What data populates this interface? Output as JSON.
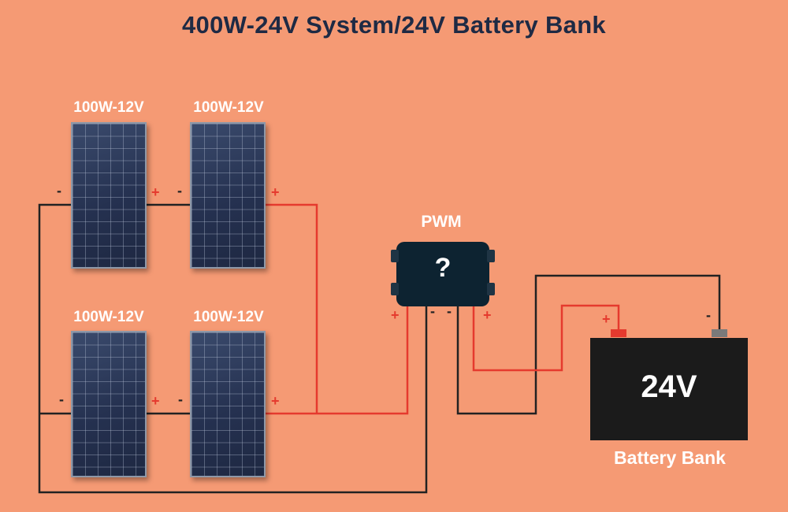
{
  "title": "400W-24V System/24V Battery Bank",
  "panels": [
    {
      "label": "100W-12V",
      "neg": "-",
      "pos": "+"
    },
    {
      "label": "100W-12V",
      "neg": "-",
      "pos": "+"
    },
    {
      "label": "100W-12V",
      "neg": "-",
      "pos": "+"
    },
    {
      "label": "100W-12V",
      "neg": "-",
      "pos": "+"
    }
  ],
  "controller": {
    "label": "PWM",
    "mark": "?",
    "terminals": {
      "pv_pos": "+",
      "pv_neg": "-",
      "bat_neg": "-",
      "bat_pos": "+"
    }
  },
  "battery": {
    "voltage": "24V",
    "label": "Battery Bank",
    "pos": "+",
    "neg": "-"
  },
  "colors": {
    "background": "#F59A74",
    "positive_wire": "#E53A2E",
    "negative_wire": "#222222",
    "title": "#1E2A44"
  }
}
